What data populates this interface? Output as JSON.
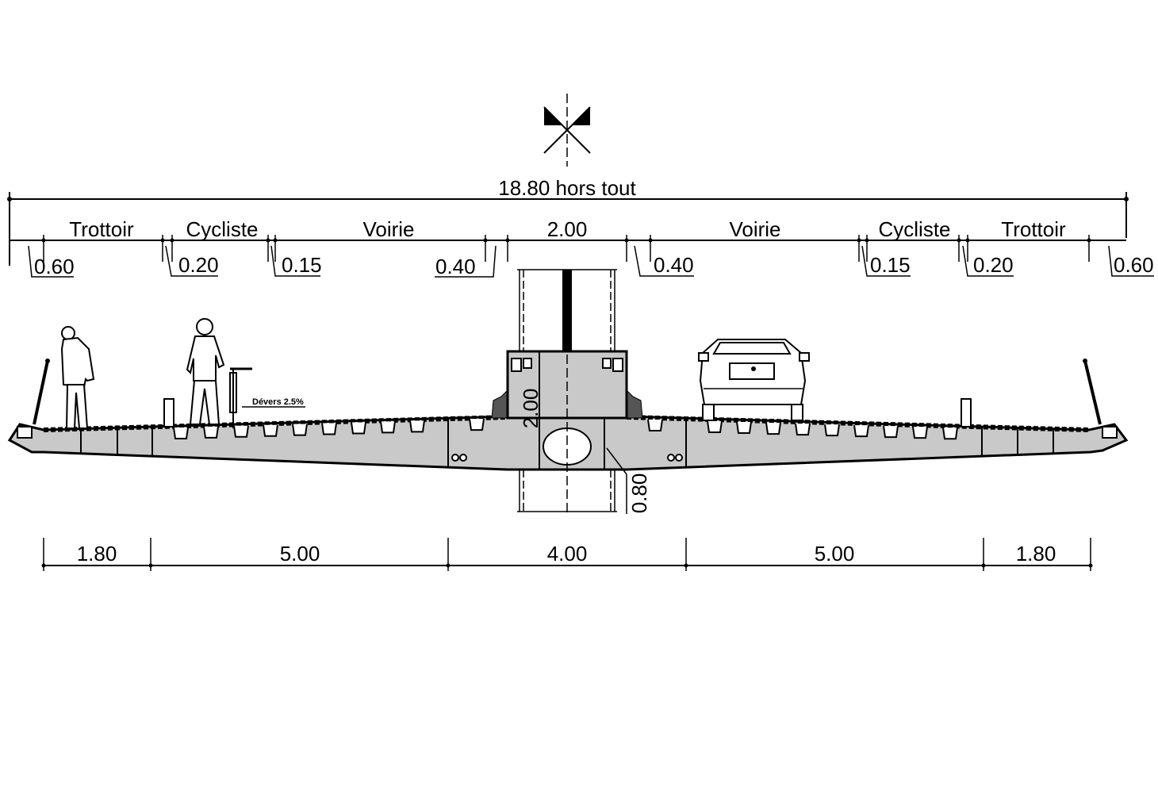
{
  "title": "18.80 hors tout",
  "zones": [
    {
      "label": "Trottoir"
    },
    {
      "label": "Cycliste"
    },
    {
      "label": "Voirie"
    },
    {
      "label": "2.00"
    },
    {
      "label": "Voirie"
    },
    {
      "label": "Cycliste"
    },
    {
      "label": "Trottoir"
    }
  ],
  "offsets": [
    "0.60",
    "0.20",
    "0.15",
    "0.40",
    "0.40",
    "0.15",
    "0.20",
    "0.60"
  ],
  "bottom_dims": [
    "1.80",
    "5.00",
    "4.00",
    "5.00",
    "1.80"
  ],
  "vertical_dims": {
    "pylon_height": "2.00",
    "deck_depth": "0.80"
  },
  "slope_note": "Dévers 2.5%"
}
